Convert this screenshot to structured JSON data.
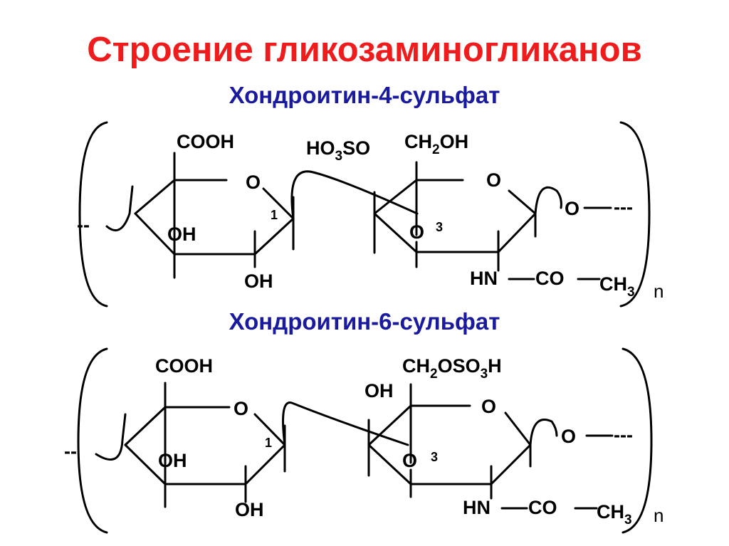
{
  "colors": {
    "title": "#ee1c1c",
    "subtitle": "#1a1a9e",
    "structure": "#000000"
  },
  "title": "Строение гликозаминогликанов",
  "structures": [
    {
      "heading": "Хондроитин-4-сульфат",
      "dash_left": "--",
      "dash_right": "---",
      "labels": {
        "cooh": "COOH",
        "ring_o_a": "O",
        "oh_a1": "OH",
        "oh_a2": "OH",
        "c1": "1",
        "sub_top_left_main": "HO",
        "sub_top_left_sub": "3",
        "sub_top_left_end": "SO",
        "ch2_main": "CH",
        "ch2_sub": "2",
        "ch2_end": "OH",
        "ring_o_b": "O",
        "link_o": "O",
        "c3": "3",
        "hn": "HN",
        "co": "CO",
        "ch3_main": "CH",
        "ch3_sub": "3",
        "ext_o": "O",
        "n": "n"
      }
    },
    {
      "heading": "Хондроитин-6-сульфат",
      "dash_left": "--",
      "dash_right": "---",
      "labels": {
        "cooh": "COOH",
        "ring_o_a": "O",
        "oh_a1": "OH",
        "oh_a2": "OH",
        "c1": "1",
        "oh_b": "OH",
        "ch2_main": "CH",
        "ch2_sub": "2",
        "ch2_mid": "OSO",
        "ch2_sub2": "3",
        "ch2_end": "H",
        "ring_o_b": "O",
        "link_o": "O",
        "c3": "3",
        "hn": "HN",
        "co": "CO",
        "ch3_main": "CH",
        "ch3_sub": "3",
        "ext_o": "O",
        "n": "n"
      }
    }
  ]
}
